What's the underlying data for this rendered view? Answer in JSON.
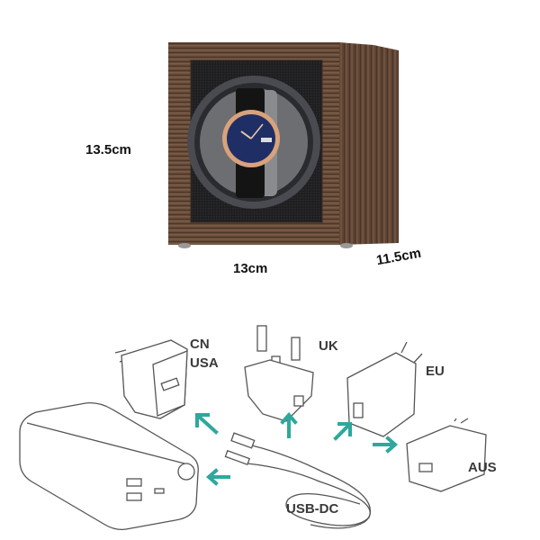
{
  "product": {
    "dimensions": {
      "height": "13.5cm",
      "width": "13cm",
      "depth": "11.5cm"
    }
  },
  "accessories": {
    "plugs": [
      {
        "label_lines": [
          "CN",
          "USA"
        ]
      },
      {
        "label_lines": [
          "UK"
        ]
      },
      {
        "label_lines": [
          "EU"
        ]
      },
      {
        "label_lines": [
          "AUS"
        ]
      }
    ],
    "cable_label": "USB-DC",
    "power_bank_icon": "power-bank-icon"
  },
  "colors": {
    "arrow": "#2ea89c",
    "wood": "#5a4030",
    "interior": "#1c1c1e",
    "dial": "#1f2f66",
    "case": "#d9a27a"
  }
}
